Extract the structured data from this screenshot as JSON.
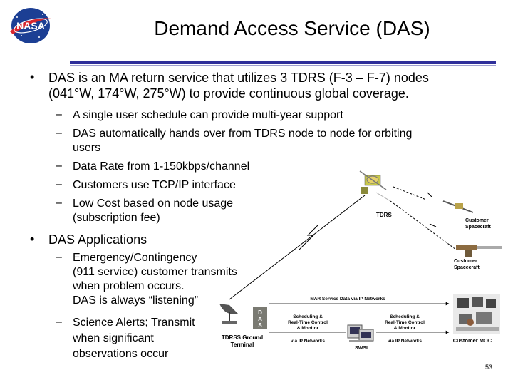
{
  "slide": {
    "title": "Demand Access Service (DAS)",
    "page_number": "53",
    "logo_text": "NASA"
  },
  "bullets": [
    {
      "text_lines": [
        "DAS is an MA return service that utilizes 3 TDRS (F-3 – F-7) nodes",
        "(041°W, 174°W, 275°W) to provide continuous global coverage."
      ],
      "subs": [
        {
          "lines": [
            "A single user schedule can provide multi-year support"
          ]
        },
        {
          "lines": [
            "DAS automatically hands over from TDRS node to node for orbiting",
            "users"
          ]
        },
        {
          "lines": [
            "Data Rate from 1-150kbps/channel"
          ]
        },
        {
          "lines": [
            "Customers use TCP/IP interface"
          ]
        },
        {
          "lines": [
            "Low Cost based on node usage",
            "(subscription fee)"
          ]
        }
      ]
    },
    {
      "text_lines": [
        "DAS Applications"
      ],
      "subs": [
        {
          "lines": [
            "Emergency/Contingency",
            "(911 service) customer transmits",
            "when problem occurs.",
            "DAS is always “listening”"
          ]
        },
        {
          "lines": [
            "Science Alerts; Transmit",
            "when significant",
            "observations occur"
          ]
        }
      ]
    }
  ],
  "diagram": {
    "tdrs_label": "TDRS",
    "customer_spacecraft_1": [
      "Customer",
      "Spacecraft"
    ],
    "customer_spacecraft_2": [
      "Customer",
      "Spacecraft"
    ],
    "mar_label": "MAR Service Data via IP Networks",
    "das_letters": [
      "D",
      "A",
      "S"
    ],
    "ground_terminal": [
      "TDRSS Ground",
      "Terminal"
    ],
    "sched_left": [
      "Scheduling &",
      "Real-Time Control",
      "& Monitor"
    ],
    "sched_right": [
      "Scheduling &",
      "Real-Time Control",
      "& Monitor"
    ],
    "via_ip_left": "via IP Networks",
    "via_ip_right": "via IP Networks",
    "swsi": "SWSI",
    "customer_moc": "Customer MOC"
  }
}
